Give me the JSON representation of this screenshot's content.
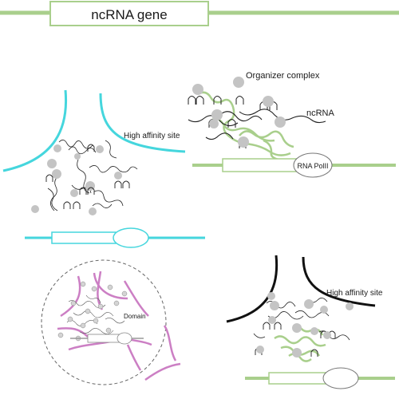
{
  "header": {
    "gene_label": "ncRNA gene"
  },
  "panel_top_left": {
    "label": "High affinity site"
  },
  "panel_top_right": {
    "organizer_label": "Organizer complex",
    "ncrna_label": "ncRNA",
    "polymerase_label": "RNA PolII"
  },
  "panel_bottom_left": {
    "domain_label": "Domain"
  },
  "panel_bottom_right": {
    "label": "High affinity site"
  },
  "colors": {
    "gene_green": "#a9cf8c",
    "cyan": "#45d6dd",
    "magenta": "#cc7fc4",
    "protein_grey": "#c4c4c4",
    "line_dark": "#222222"
  }
}
